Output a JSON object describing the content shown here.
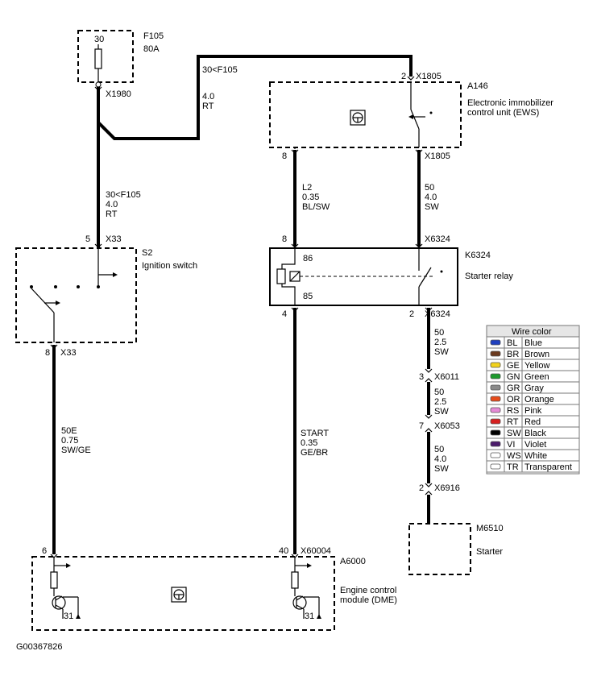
{
  "components": {
    "f105": {
      "id": "F105",
      "value": "80A",
      "terminal": "30",
      "connector": "X1980"
    },
    "s2": {
      "id": "S2",
      "name": "Ignition switch",
      "pin_top": "5",
      "conn_top": "X33",
      "pin_bottom": "8",
      "conn_bottom": "X33"
    },
    "a146": {
      "id": "A146",
      "name_line1": "Electronic immobilizer",
      "name_line2": "control unit (EWS)",
      "pin_top": "2",
      "conn_top": "X1805",
      "pin_bottom": "8",
      "conn_bottom": "X1805"
    },
    "k6324": {
      "id": "K6324",
      "name": "Starter relay",
      "coil_top": "86",
      "coil_bottom": "85",
      "pin_left_top": "8",
      "pin_left_bottom": "4",
      "pin_right_bottom": "2",
      "conn": "X6324",
      "conn_top_right": "X6324",
      "conn_bottom_right": "X6324"
    },
    "a6000": {
      "id": "A6000",
      "name_line1": "Engine control",
      "name_line2": "module (DME)",
      "pin_left": "6",
      "pin_right": "40",
      "conn": "X60004",
      "ground_left": "31",
      "ground_right": "31"
    },
    "m6510": {
      "id": "M6510",
      "name": "Starter"
    }
  },
  "connectors": {
    "x6011": {
      "pin": "3",
      "id": "X6011"
    },
    "x6053": {
      "pin": "7",
      "id": "X6053"
    },
    "x6916": {
      "pin": "2",
      "id": "X6916"
    }
  },
  "wires": {
    "f105_to_s2": {
      "line1": "30<F105",
      "line2": "4.0",
      "line3": "RT"
    },
    "f105_to_ews": {
      "line1": "30<F105",
      "line2": "4.0",
      "line3": "RT"
    },
    "ews_to_relay_l2": {
      "line1": "L2",
      "line2": "0.35",
      "line3": "BL/SW"
    },
    "ews_to_relay_50": {
      "line1": "50",
      "line2": "4.0",
      "line3": "SW"
    },
    "s2_to_dme": {
      "line1": "50E",
      "line2": "0.75",
      "line3": "SW/GE"
    },
    "relay_to_dme": {
      "line1": "START",
      "line2": "0.35",
      "line3": "GE/BR"
    },
    "relay_to_x6011": {
      "line1": "50",
      "line2": "2.5",
      "line3": "SW"
    },
    "x6011_to_x6053": {
      "line1": "50",
      "line2": "2.5",
      "line3": "SW"
    },
    "x6053_to_x6916": {
      "line1": "50",
      "line2": "4.0",
      "line3": "SW"
    }
  },
  "legend": {
    "title": "Wire color",
    "rows": [
      {
        "code": "BL",
        "name": "Blue",
        "color": "#1f3fbf"
      },
      {
        "code": "BR",
        "name": "Brown",
        "color": "#6b3a1e"
      },
      {
        "code": "GE",
        "name": "Yellow",
        "color": "#f2d21b"
      },
      {
        "code": "GN",
        "name": "Green",
        "color": "#1d9a2d"
      },
      {
        "code": "GR",
        "name": "Gray",
        "color": "#8a8a8a"
      },
      {
        "code": "OR",
        "name": "Orange",
        "color": "#e64a19"
      },
      {
        "code": "RS",
        "name": "Pink",
        "color": "#e58ad6"
      },
      {
        "code": "RT",
        "name": "Red",
        "color": "#d61f1f"
      },
      {
        "code": "SW",
        "name": "Black",
        "color": "#000000"
      },
      {
        "code": "VI",
        "name": "Violet",
        "color": "#4b1a6b"
      },
      {
        "code": "WS",
        "name": "White",
        "color": "#ffffff"
      },
      {
        "code": "TR",
        "name": "Transparent",
        "color": "#ffffff"
      }
    ]
  },
  "figure_id": "G00367826"
}
